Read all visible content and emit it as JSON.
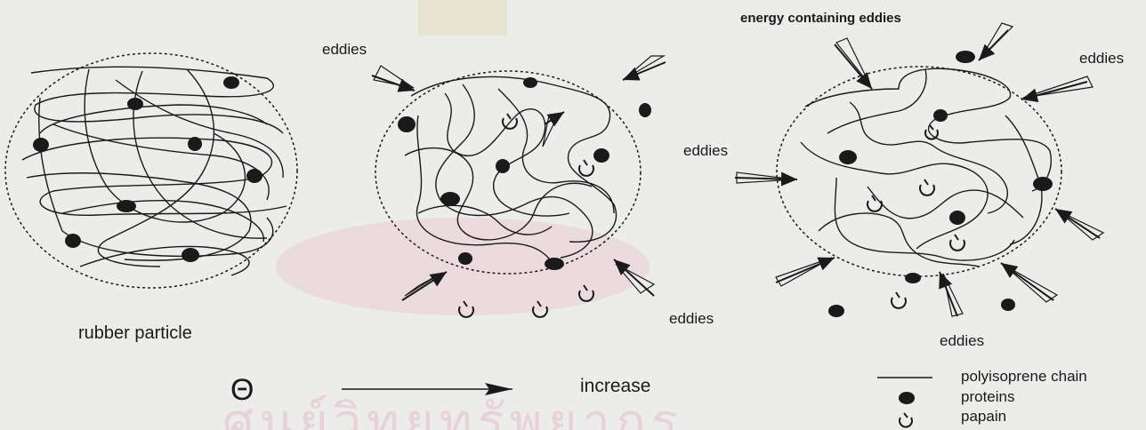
{
  "labels": {
    "rubber_particle": "rubber particle",
    "eddies_1": "eddies",
    "eddies_2": "eddies",
    "eddies_3": "eddies",
    "eddies_4": "eddies",
    "eddies_5": "eddies",
    "energy_containing_eddies": "energy containing eddies",
    "theta": "Θ",
    "increase": "increase"
  },
  "legend": {
    "items": [
      {
        "symbol": "line",
        "label": "polyisoprene chain"
      },
      {
        "symbol": "dot",
        "label": "proteins"
      },
      {
        "symbol": "crescent",
        "label": "papain"
      }
    ]
  },
  "colors": {
    "ink": "#1a1a1a",
    "background": "#ececea",
    "watermark": "#e8b3c8"
  }
}
